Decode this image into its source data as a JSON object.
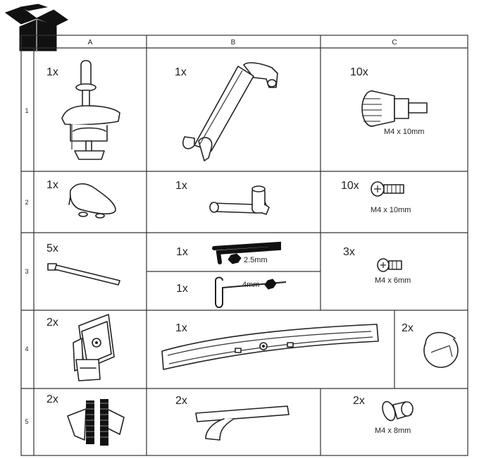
{
  "columns": [
    "A",
    "B",
    "C"
  ],
  "rows": [
    "1",
    "2",
    "3",
    "4",
    "5"
  ],
  "cells": {
    "r1a": {
      "qty": "1x"
    },
    "r1b": {
      "qty": "1x"
    },
    "r1c": {
      "qty": "10x",
      "size": "M4 x 10mm"
    },
    "r2a": {
      "qty": "1x"
    },
    "r2b": {
      "qty": "1x"
    },
    "r2c": {
      "qty": "10x",
      "size": "M4 x 10mm"
    },
    "r3a": {
      "qty": "5x"
    },
    "r3b1": {
      "qty": "1x",
      "size": "2.5mm"
    },
    "r3b2": {
      "qty": "1x",
      "size": "4mm"
    },
    "r3c": {
      "qty": "3x",
      "size": "M4 x 6mm"
    },
    "r4a": {
      "qty": "2x"
    },
    "r4b": {
      "qty": "1x"
    },
    "r4c": {
      "qty": "2x"
    },
    "r5a": {
      "qty": "2x"
    },
    "r5b": {
      "qty": "2x"
    },
    "r5c": {
      "qty": "2x",
      "size": "M4 x 8mm"
    }
  },
  "icons": {
    "header": "box-icon"
  }
}
